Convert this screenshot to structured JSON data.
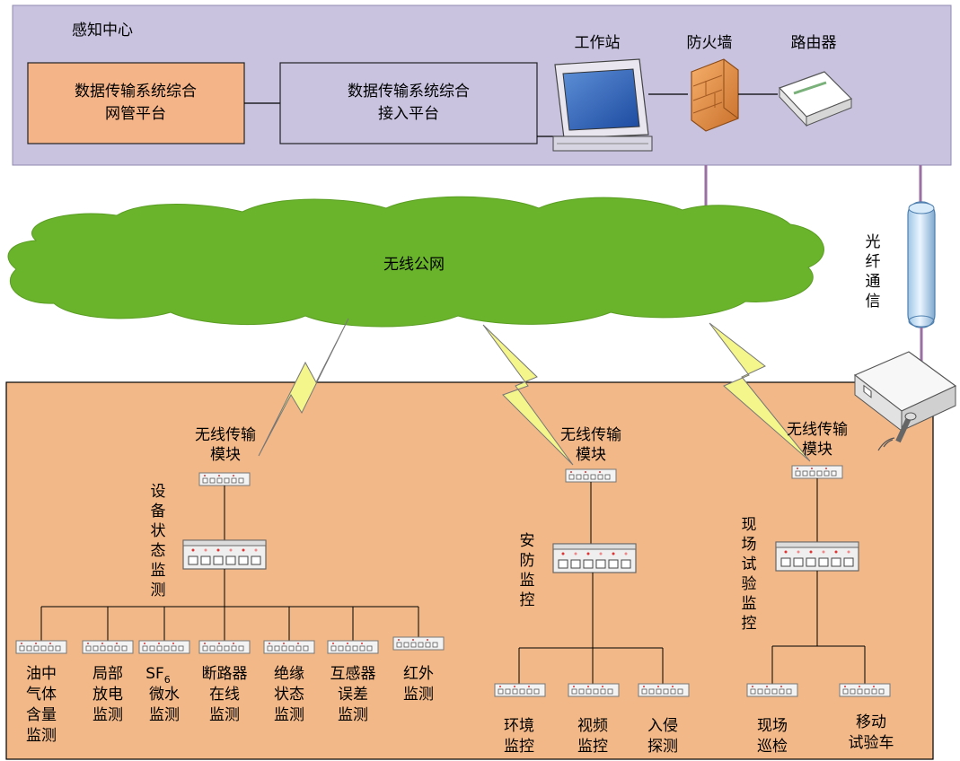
{
  "center": {
    "title": "感知中心",
    "mgmt_platform": [
      "数据传输系统综合",
      "网管平台"
    ],
    "access_platform": [
      "数据传输系统综合",
      "接入平台"
    ],
    "workstation": "工作站",
    "firewall": "防火墙",
    "router": "路由器"
  },
  "network": {
    "cloud_label": "无线公网",
    "fiber_label": [
      "光",
      "纤",
      "通",
      "信"
    ]
  },
  "branches": {
    "equipment": {
      "module_label": [
        "无线传输",
        "模块"
      ],
      "group_label": [
        "设",
        "备",
        "状",
        "态",
        "监",
        "测"
      ],
      "leaves": [
        {
          "lines": [
            "油中",
            "气体",
            "含量",
            "监测"
          ]
        },
        {
          "lines": [
            "局部",
            "放电",
            "监测"
          ]
        },
        {
          "lines": [
            "SF",
            "微水",
            "监测"
          ],
          "subscript": "6"
        },
        {
          "lines": [
            "断路器",
            "在线",
            "监测"
          ]
        },
        {
          "lines": [
            "绝缘",
            "状态",
            "监测"
          ]
        },
        {
          "lines": [
            "互感器",
            "误差",
            "监测"
          ]
        },
        {
          "lines": [
            "红外",
            "监测"
          ]
        }
      ]
    },
    "security": {
      "module_label": [
        "无线传输",
        "模块"
      ],
      "group_label": [
        "安",
        "防",
        "监",
        "控"
      ],
      "leaves": [
        {
          "lines": [
            "环境",
            "监控"
          ]
        },
        {
          "lines": [
            "视频",
            "监控"
          ]
        },
        {
          "lines": [
            "入侵",
            "探测"
          ]
        }
      ]
    },
    "field": {
      "module_label": [
        "无线传输",
        "模块"
      ],
      "group_label": [
        "现",
        "场",
        "试",
        "验",
        "监",
        "控"
      ],
      "leaves": [
        {
          "lines": [
            "现场",
            "巡检"
          ]
        },
        {
          "lines": [
            "移动",
            "试验车"
          ]
        }
      ]
    }
  },
  "colors": {
    "center_bg": "#c9c3e0",
    "bottom_bg": "#f2b888",
    "mgmt_box": "#f4b488",
    "cloud": "#6ab42c",
    "lightning": "#f4f58a",
    "link_purple": "#9a6fa2"
  },
  "icons": [
    "monitor-icon",
    "firewall-icon",
    "router-icon",
    "fiber-cable-icon",
    "switch-icon",
    "lightning-icon"
  ]
}
